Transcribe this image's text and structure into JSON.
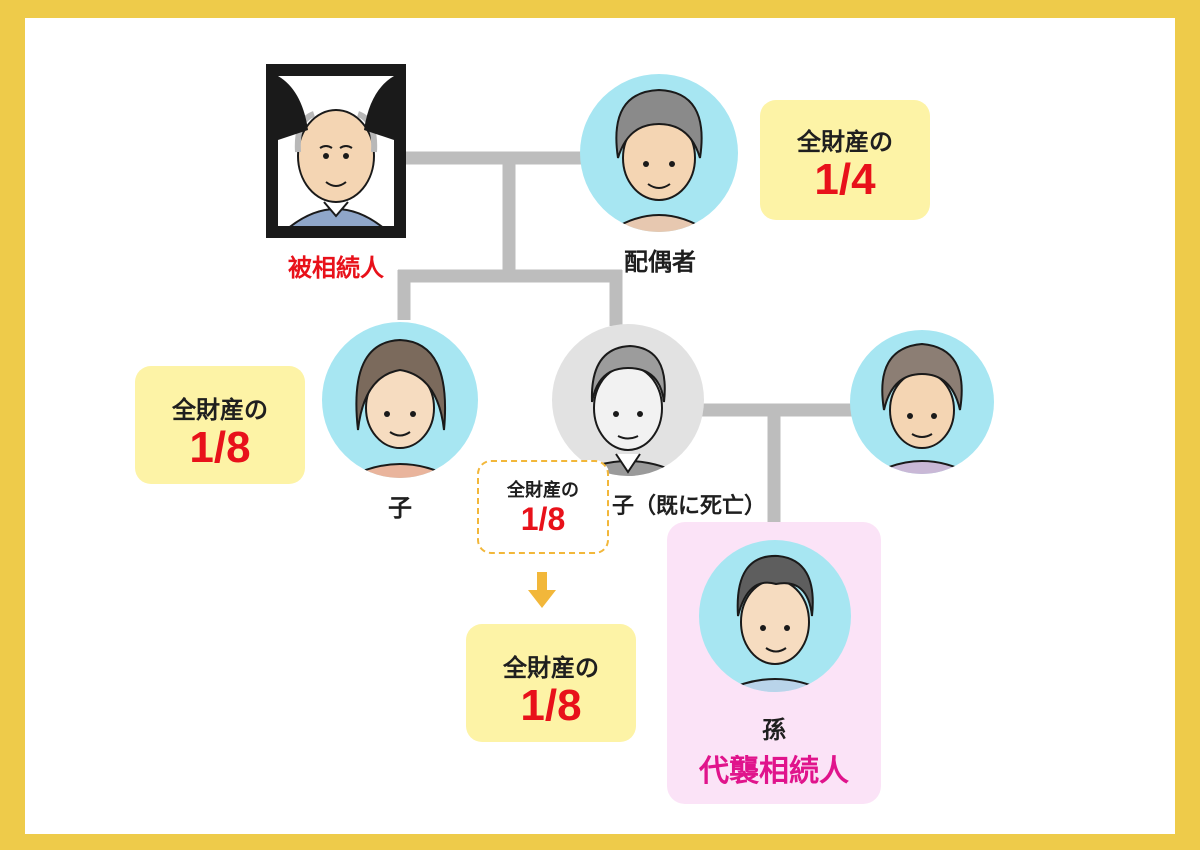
{
  "colors": {
    "frame": "#eecb4a",
    "line": "#bdbdbd",
    "avatar_bg": "#a7e6f2",
    "avatar_bg_deceased_child": "#e2e2e2",
    "share_box": "#fdf3a6",
    "fraction": "#e8111a",
    "deceased_label": "#e8111a",
    "representative_label": "#e0148c",
    "grandchild_highlight": "#fbe3f7",
    "arrow": "#f2b73a"
  },
  "people": {
    "decedent": {
      "label": "被相続人",
      "icon": "elderly-man-memorial-portrait"
    },
    "spouse": {
      "label": "配偶者",
      "icon": "elderly-woman-avatar"
    },
    "child1": {
      "label": "子",
      "icon": "woman-avatar"
    },
    "child2": {
      "label": "子（既に死亡）",
      "icon": "middle-aged-man-avatar"
    },
    "child2_spouse": {
      "icon": "elderly-woman-avatar"
    },
    "grandchild": {
      "label": "孫",
      "role": "代襲相続人",
      "icon": "young-man-avatar"
    }
  },
  "shares": {
    "spouse": {
      "caption": "全財産の",
      "fraction": "1/4"
    },
    "child1": {
      "caption": "全財産の",
      "fraction": "1/8"
    },
    "child2": {
      "caption": "全財産の",
      "fraction": "1/8"
    },
    "grandchild": {
      "caption": "全財産の",
      "fraction": "1/8"
    }
  }
}
